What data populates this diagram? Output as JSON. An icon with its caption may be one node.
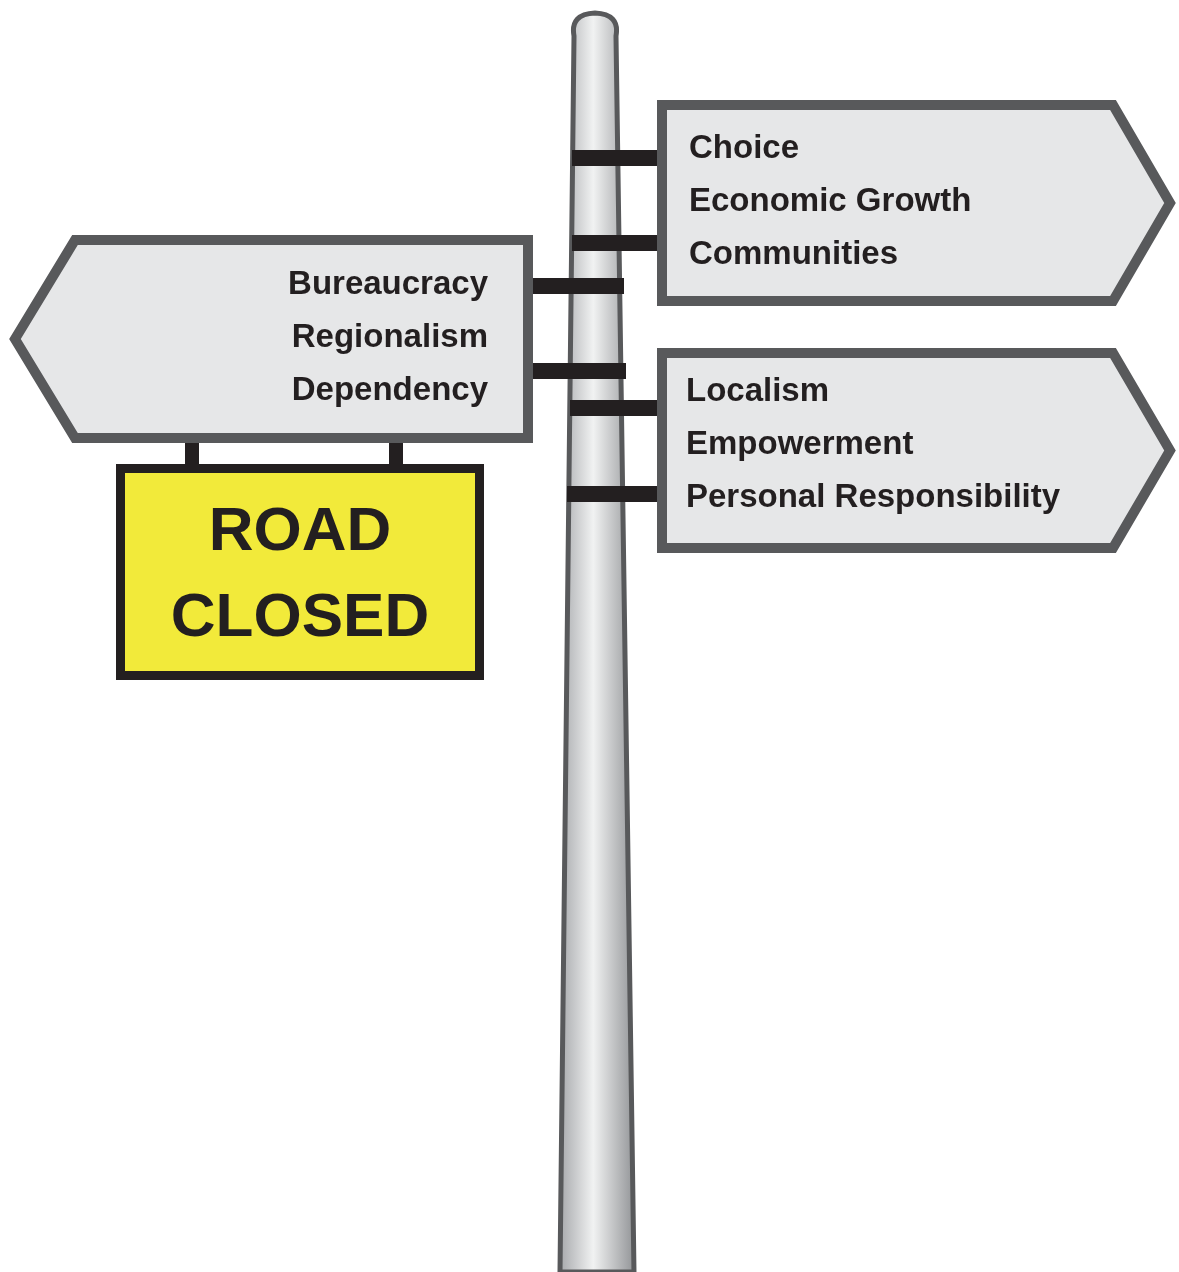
{
  "diagram": {
    "nodes": [
      {
        "text": [
          "Choice",
          "Economic Growth",
          "Communities"
        ]
      },
      {
        "text": [
          "Bureaucracy",
          "Regionalism",
          "Dependency"
        ]
      },
      {
        "text": [
          "Localism",
          "Empowerment",
          "Personal Responsibility"
        ]
      },
      {
        "text": [
          "ROAD CLOSED"
        ]
      }
    ]
  }
}
